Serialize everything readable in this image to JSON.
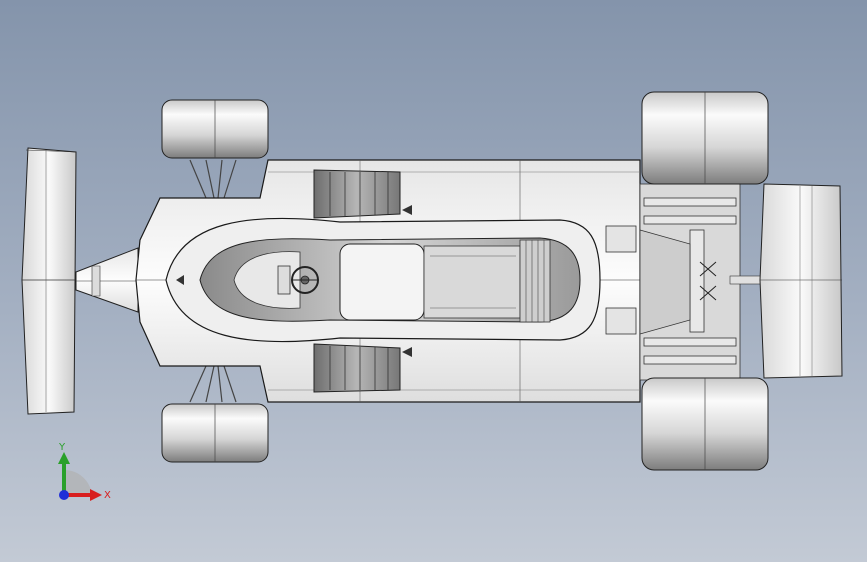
{
  "viewport": {
    "background_top": "#8494ab",
    "background_bottom": "#c3cad5"
  },
  "model": {
    "subject": "race-car-top-view",
    "body_color": "#f2f2f2",
    "edge_color": "#1a1a1a"
  },
  "triad": {
    "x_label": "X",
    "y_label": "Y",
    "x_color": "#d81e1e",
    "y_color": "#2aa02a",
    "z_color": "#1e2ed8"
  }
}
